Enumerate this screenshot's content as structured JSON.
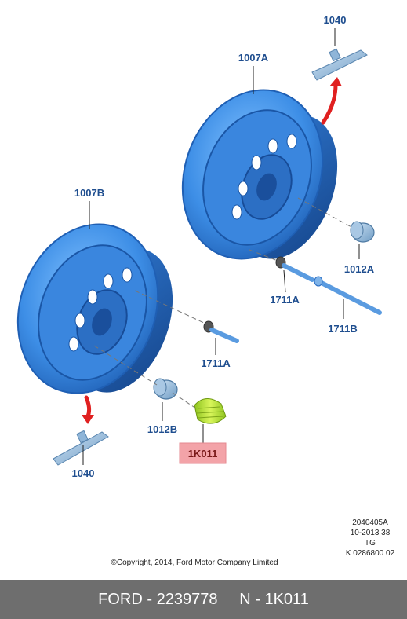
{
  "callouts": {
    "wheel_upper": "1007A",
    "wheel_lower": "1007B",
    "weight_upper": "1040",
    "weight_lower": "1040",
    "nut_upper": "1012A",
    "nut_lower": "1012B",
    "valve_upper_a": "1711A",
    "valve_upper_b": "1711B",
    "valve_lower_a": "1711A",
    "highlighted_part": "1K011"
  },
  "reference": {
    "code": "2040405A",
    "date": "10-2013 38",
    "initials": "TG",
    "number": "K 0286800 02"
  },
  "copyright": "©Copyright, 2014, Ford Motor Company Limited",
  "footer": {
    "brand_part": "FORD - 2239778",
    "catalog_ref": "N - 1K011"
  },
  "colors": {
    "wheel_blue": "#3d8ee6",
    "wheel_dark": "#1f5fb4",
    "accent_red": "#e02020",
    "highlight_fill": "#f3a3a8",
    "part_green": "#b8e03a",
    "footer_bg": "#6e6e6e"
  }
}
